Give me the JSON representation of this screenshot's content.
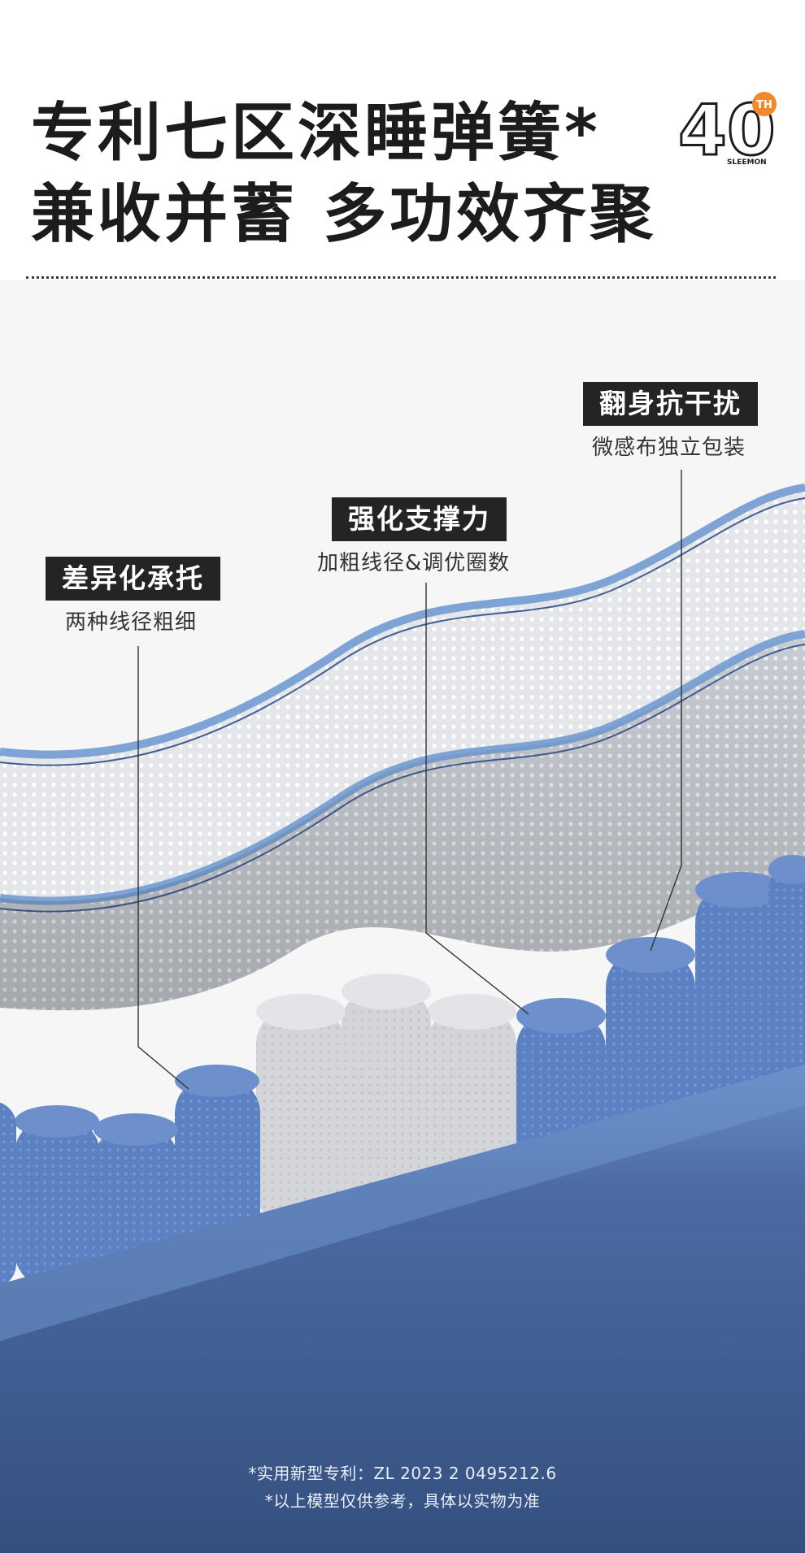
{
  "headline": {
    "line1": "专利七区深睡弹簧*",
    "line2": "兼收并蓄 多功效齐聚"
  },
  "logo": {
    "number": "40",
    "superscript": "TH",
    "brand": "SLEEMON",
    "accent_color": "#f08a2c"
  },
  "features": [
    {
      "title": "差异化承托",
      "subtitle": "两种线径粗细"
    },
    {
      "title": "强化支撑力",
      "subtitle": "加粗线径&调优圈数"
    },
    {
      "title": "翻身抗干扰",
      "subtitle": "微感布独立包装"
    }
  ],
  "footnotes": {
    "patent": "*实用新型专利：ZL 2023 2 0495212.6",
    "disclaimer": "*以上模型仅供参考，具体以实物为准"
  },
  "colors": {
    "mesh_blue": "#7ea4d6",
    "base_navy": "#3c5686",
    "spring_blue": "#5a80c2",
    "spring_grey": "#d4d6da",
    "label_bg": "#242424"
  }
}
